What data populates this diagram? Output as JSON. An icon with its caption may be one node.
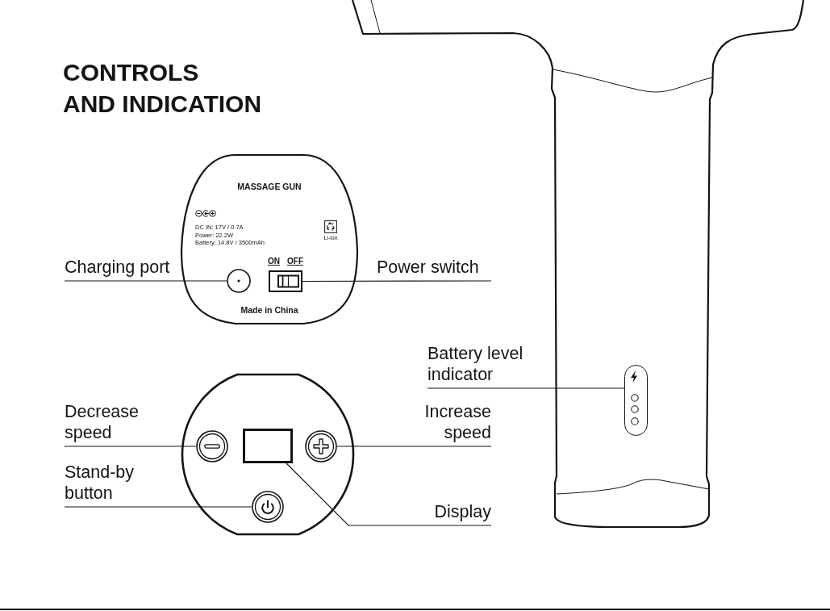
{
  "diagram": {
    "title": "CONTROLS AND INDICATION",
    "nodes": [
      {
        "text": [
          "MASSAGE GUN",
          "DC IN: 17V / 0.7A",
          "Power: 22.2W",
          "Battery: 14.8V / 3500mAh",
          "Li-ion",
          "Made in China"
        ]
      },
      {
        "text": [
          "Charging port"
        ]
      },
      {
        "text": [],
        "shape": "circle",
        "in": 0
      },
      {
        "text": [],
        "shape": "box",
        "in": 0,
        "beside": [
          "ON",
          "OFF"
        ]
      },
      {
        "text": [
          "Power switch"
        ]
      },
      {
        "text": [],
        "shape": "picture"
      },
      {
        "text": [
          "Battery level indicator"
        ]
      },
      {
        "text": [],
        "shape": "bar",
        "in": 5
      },
      {
        "text": [],
        "shape": "circle"
      },
      {
        "text": [
          "Decrease speed"
        ]
      },
      {
        "text": [],
        "shape": "circle",
        "in": 8
      },
      {
        "text": [],
        "shape": "box",
        "in": 8
      },
      {
        "text": [],
        "shape": "circle",
        "in": 8
      },
      {
        "text": [
          "Increase speed"
        ]
      },
      {
        "text": [
          "Stand-by button"
        ]
      },
      {
        "text": [],
        "shape": "circle",
        "in": 8
      },
      {
        "text": [
          "Display"
        ]
      }
    ],
    "edges": [
      {
        "from": 1,
        "to": 2,
        "arrow": "none"
      },
      {
        "from": 4,
        "to": 3,
        "arrow": "none"
      },
      {
        "from": 6,
        "to": 7,
        "arrow": "none"
      },
      {
        "from": 9,
        "to": 10,
        "arrow": "none"
      },
      {
        "from": 13,
        "to": 12,
        "arrow": "none"
      },
      {
        "from": 14,
        "to": 15,
        "arrow": "none"
      },
      {
        "from": 16,
        "to": 11,
        "arrow": "none"
      }
    ]
  }
}
